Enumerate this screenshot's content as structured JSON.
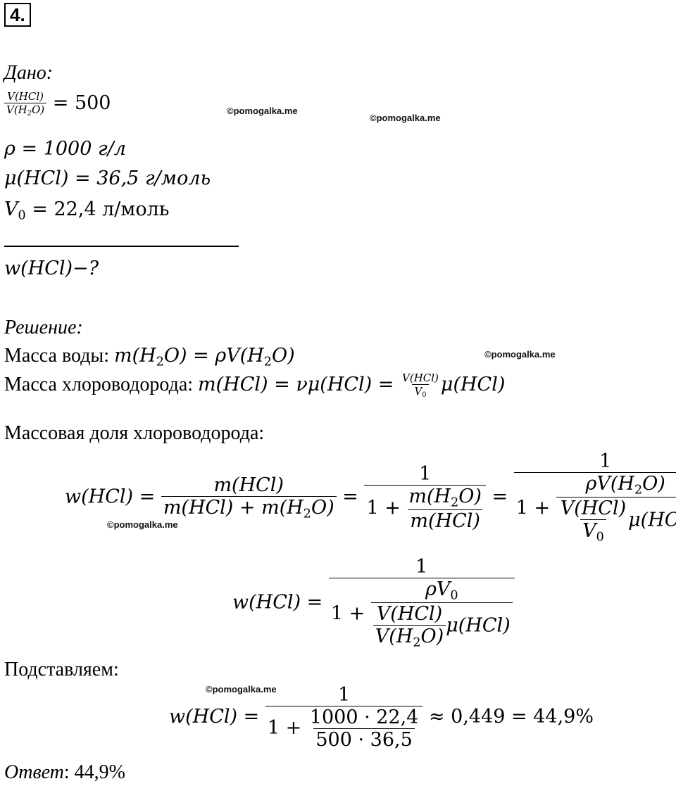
{
  "problem_number": "4.",
  "given": {
    "label": "Дано:",
    "ratio_num": "V(HCl)",
    "ratio_den": "V(H",
    "ratio_value": "= 500",
    "rho_line": "ρ = 1000 г/л",
    "mu_line": "μ(HCl) = 36,5 г/моль",
    "v0_sym": "V",
    "v0_rest": " = 22,4 л/моль",
    "find": "w(HCl)−?"
  },
  "solution": {
    "label": "Решение:",
    "water_text": "Масса воды: ",
    "water_formula_a": "m(H",
    "water_formula_b": "O) = ρV(H",
    "water_formula_c": "O)",
    "hcl_text": "Масса хлороводорода: ",
    "hcl_formula": "m(HCl) = νμ(HCl) = ",
    "hcl_frac_num": "V(HCl)",
    "hcl_frac_den": "V",
    "hcl_tail": "μ(HCl)",
    "fraction_text": "Массовая доля хлороводорода:",
    "substitute_text": "Подставляем:",
    "result_tail": "≈ 0,449 = 44,9%",
    "sub_num_top": "1000 · 22,4",
    "sub_num_bot": "500 · 36,5"
  },
  "answer": {
    "label": "Ответ",
    "value": ": 44,9%"
  },
  "watermark": "©pomogalka.me"
}
